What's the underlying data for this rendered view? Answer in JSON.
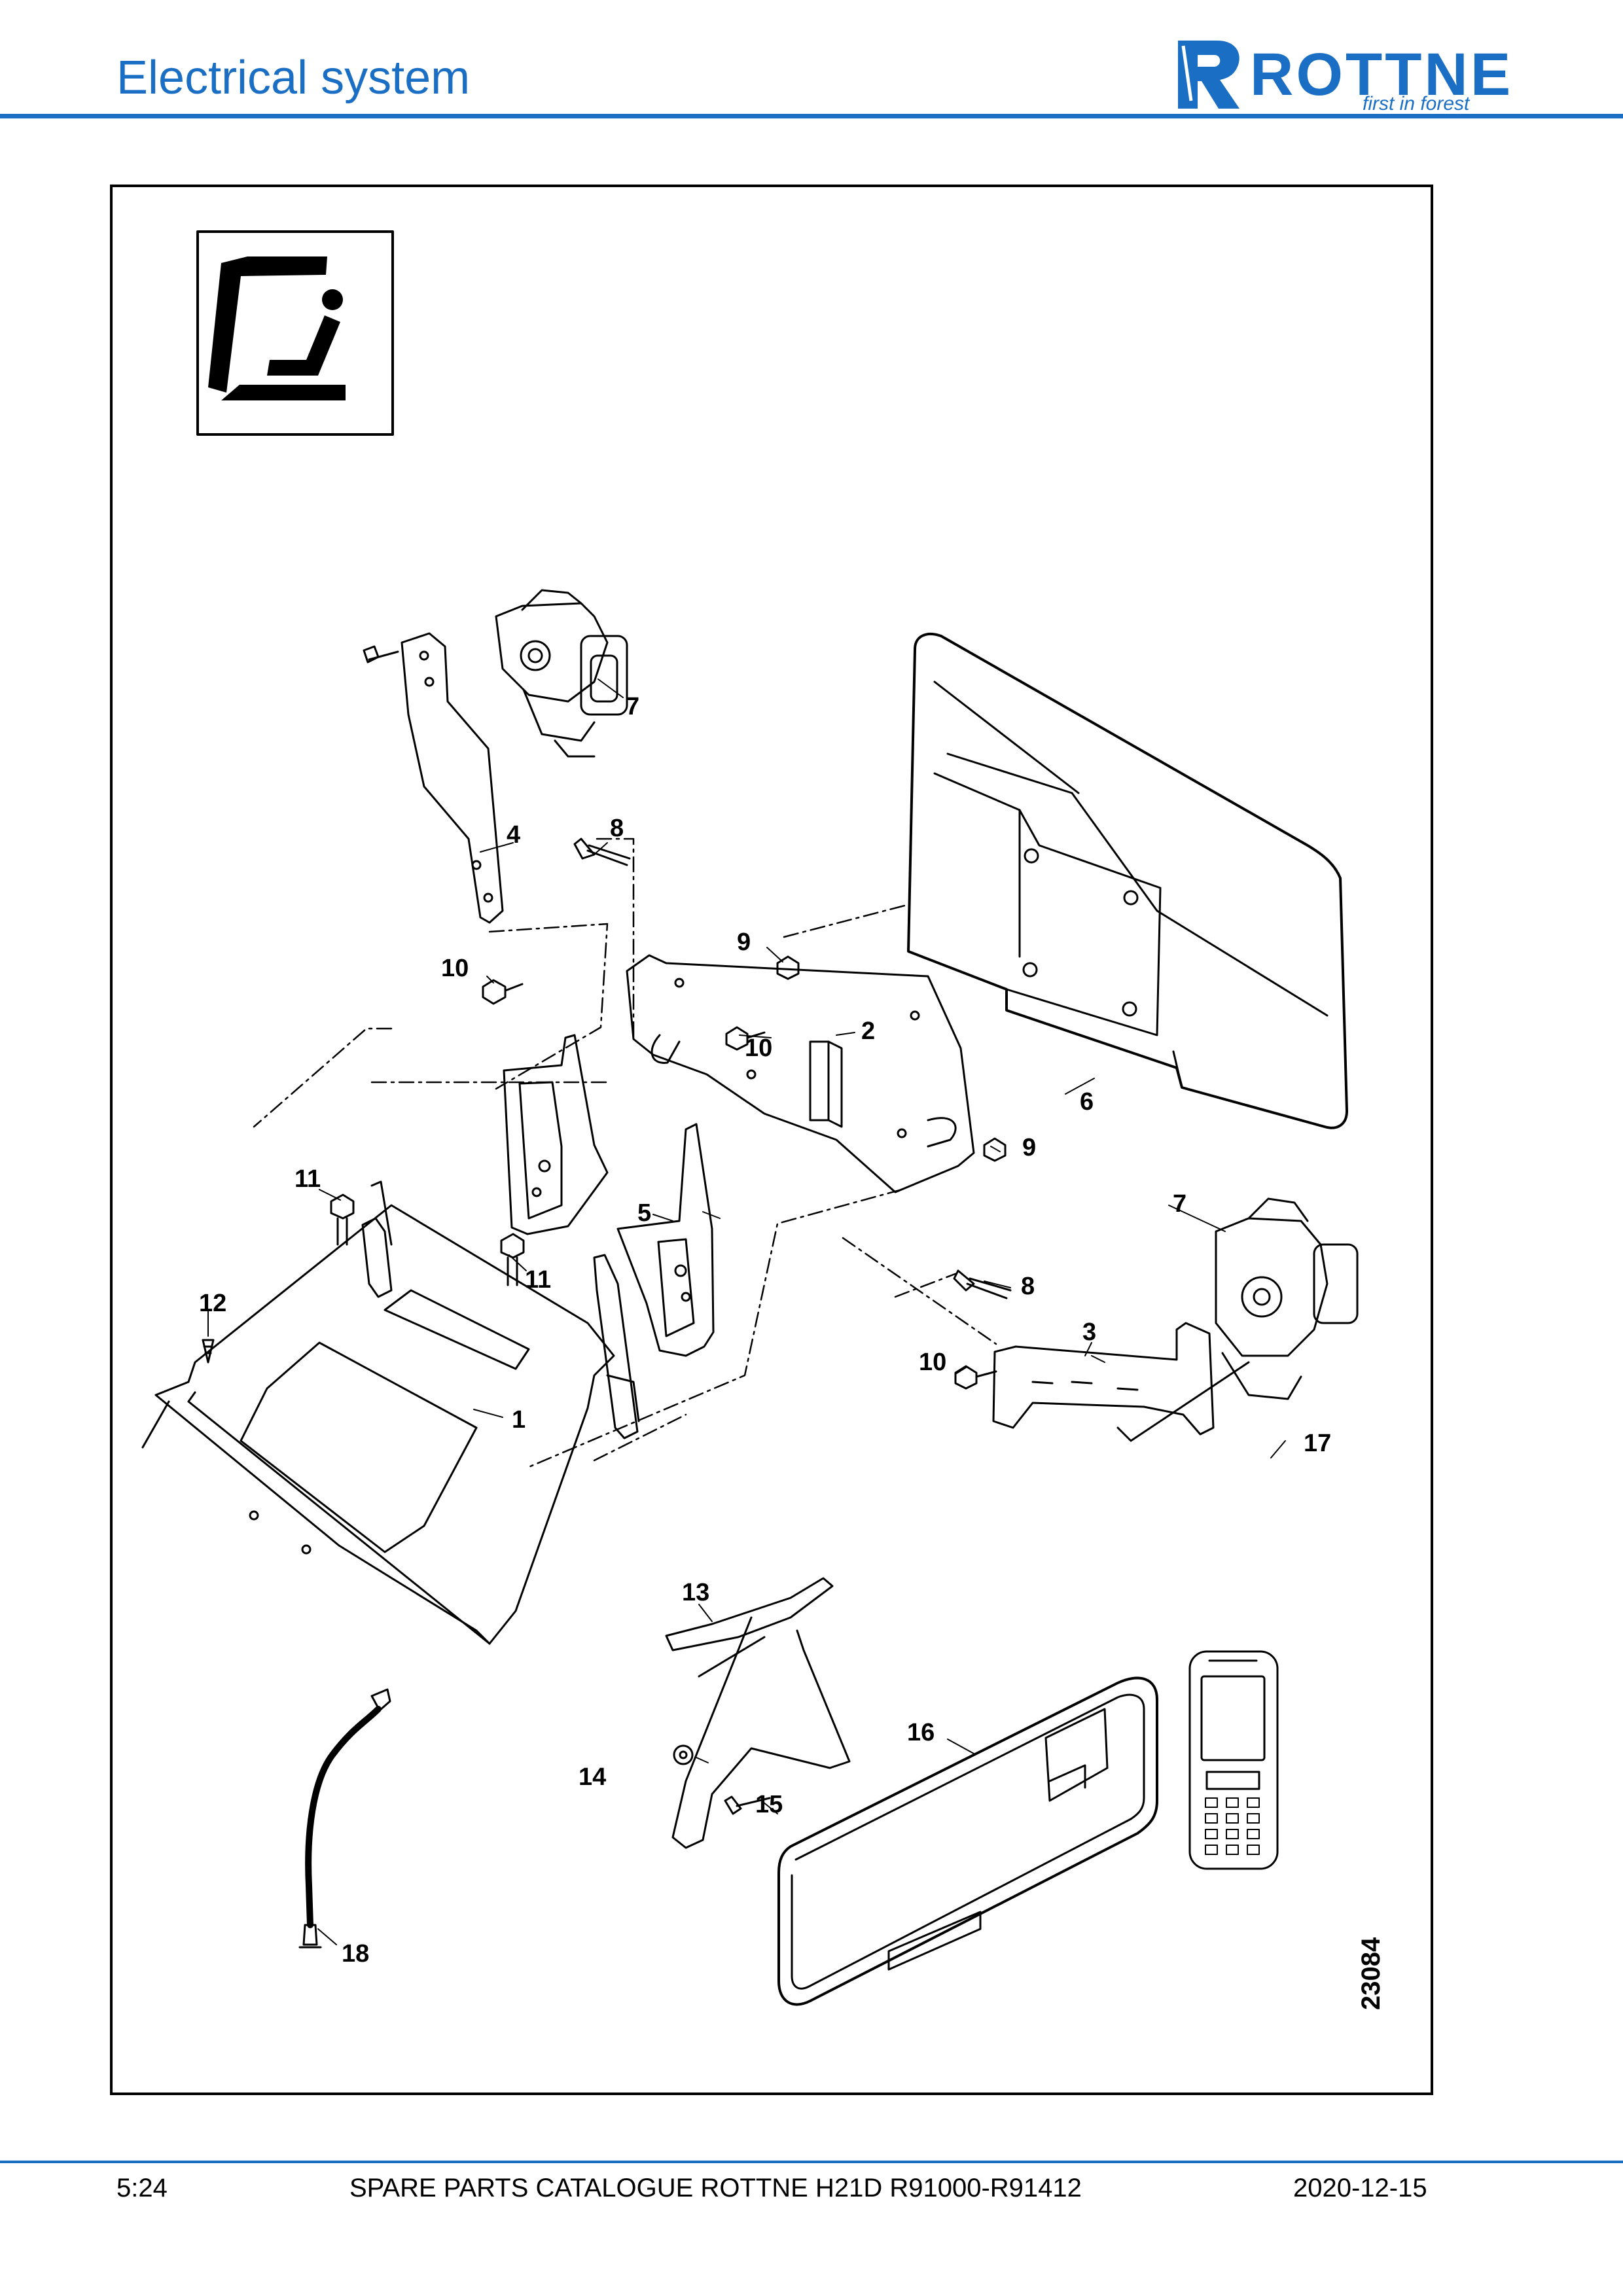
{
  "header": {
    "title": "Electrical system",
    "logo_text": "ROTTNE",
    "logo_tagline": "first in forest"
  },
  "figure": {
    "number": "23084",
    "callouts": [
      "1",
      "2",
      "3",
      "4",
      "5",
      "6",
      "7",
      "7",
      "8",
      "8",
      "9",
      "9",
      "10",
      "10",
      "10",
      "11",
      "11",
      "12",
      "13",
      "14",
      "15",
      "16",
      "17",
      "18"
    ]
  },
  "footer": {
    "page": "5:24",
    "title": "SPARE PARTS CATALOGUE ROTTNE H21D R91000-R91412",
    "date": "2020-12-15"
  },
  "colors": {
    "brand_blue": "#1a6fc4"
  },
  "icons": [
    "cab-seat-icon"
  ]
}
